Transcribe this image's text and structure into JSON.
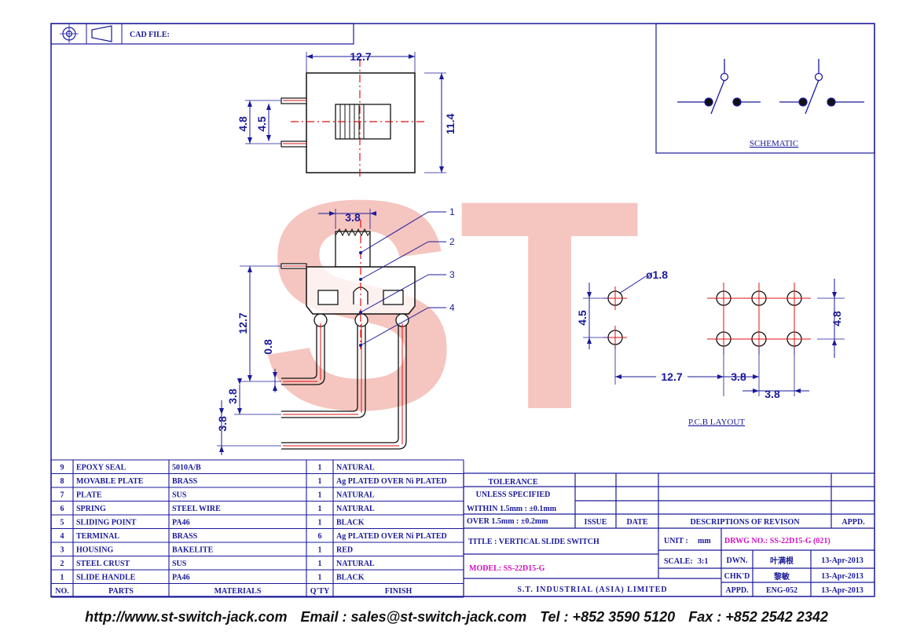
{
  "header": {
    "cad_file_label": "CAD FILE:"
  },
  "schematic": {
    "label": "SCHEMATIC"
  },
  "pcb": {
    "label": "P.C.B LAYOUT",
    "hole_dia": "ø1.8",
    "dims": [
      "4.5",
      "4.8",
      "12.7",
      "3.8",
      "3.8"
    ]
  },
  "top_view": {
    "dims": [
      "12.7",
      "4.8",
      "4.5",
      "11.4"
    ]
  },
  "front_view": {
    "dims": [
      "3.8",
      "12.7",
      "0.8",
      "3.8",
      "3.8"
    ],
    "callouts": [
      "1",
      "2",
      "3",
      "4"
    ]
  },
  "watermark": {
    "text": "ST"
  },
  "bom": {
    "headers": [
      "NO.",
      "PARTS",
      "MATERIALS",
      "Q'TY",
      "FINISH"
    ],
    "rows": [
      [
        "9",
        "EPOXY SEAL",
        "5010A/B",
        "1",
        "NATURAL"
      ],
      [
        "8",
        "MOVABLE PLATE",
        "BRASS",
        "1",
        "Ag PLATED OVER Ni PLATED"
      ],
      [
        "7",
        "PLATE",
        "SUS",
        "1",
        "NATURAL"
      ],
      [
        "6",
        "SPRING",
        "STEEL WIRE",
        "1",
        "NATURAL"
      ],
      [
        "5",
        "SLIDING POINT",
        "PA46",
        "1",
        "BLACK"
      ],
      [
        "4",
        "TERMINAL",
        "BRASS",
        "6",
        "Ag PLATED OVER Ni PLATED"
      ],
      [
        "3",
        "HOUSING",
        "BAKELITE",
        "1",
        "RED"
      ],
      [
        "2",
        "STEEL CRUST",
        "SUS",
        "1",
        "NATURAL"
      ],
      [
        "1",
        "SLIDE HANDLE",
        "PA46",
        "1",
        "BLACK"
      ]
    ]
  },
  "title_block": {
    "tolerance": [
      "TOLERANCE",
      "UNLESS   SPECIFIED",
      "WITHIN  1.5mm : ±0.1mm",
      "OVER    1.5mm : ±0.2mm"
    ],
    "issue": "ISSUE",
    "date": "DATE",
    "descriptions": "DESCRIPTIONS OF REVISON",
    "appd": "APPD.",
    "title": "TITLE : VERTICAL SLIDE SWITCH",
    "unit_label": "UNIT :",
    "unit_value": "mm",
    "drawing_no": "DRWG NO.: SS-22D15-G (021)",
    "model": "MODEL: SS-22D15-G",
    "scale_label": "SCALE:",
    "scale_value": "3:1",
    "dwn_label": "DWN.",
    "dwn_name": "叶满根",
    "dwn_date": "13-Apr-2013",
    "chkd_label": "CHK'D",
    "chkd_name": "黎敏",
    "chkd_date": "13-Apr-2013",
    "appd_label": "APPD.",
    "appd_name": "ENG-052",
    "appd_date": "13-Apr-2013",
    "company": "S.T. INDUSTRIAL (ASIA) LIMITED"
  },
  "footer": {
    "website": "http://www.st-switch-jack.com",
    "email": "Email : sales@st-switch-jack.com",
    "tel": "Tel : +852 3590 5120",
    "fax": "Fax : +852 2542 2342"
  },
  "colors": {
    "line": "#1a1a9a",
    "center": "#e01010",
    "watermark": "#f2b0a8",
    "magenta": "#d010c0"
  }
}
